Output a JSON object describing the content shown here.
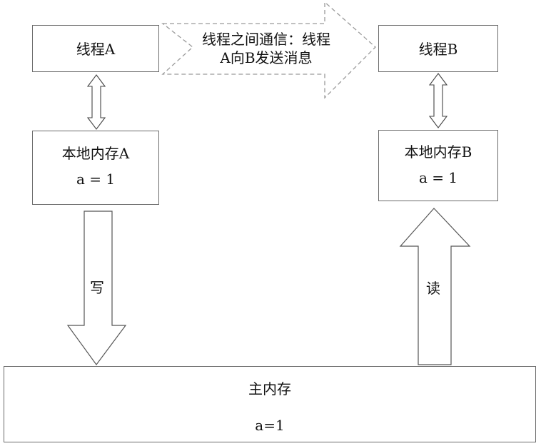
{
  "message_arrow": {
    "line1": "线程之间通信：线程",
    "line2": "A向B发送消息"
  },
  "thread_a": {
    "label": "线程A"
  },
  "thread_b": {
    "label": "线程B"
  },
  "local_mem_a": {
    "title": "本地内存A",
    "value": "a = 1"
  },
  "local_mem_b": {
    "title": "本地内存B",
    "value": "a = 1"
  },
  "write_arrow": {
    "label": "写"
  },
  "read_arrow": {
    "label": "读"
  },
  "main_memory": {
    "title": "主内存",
    "value": "a=1"
  }
}
